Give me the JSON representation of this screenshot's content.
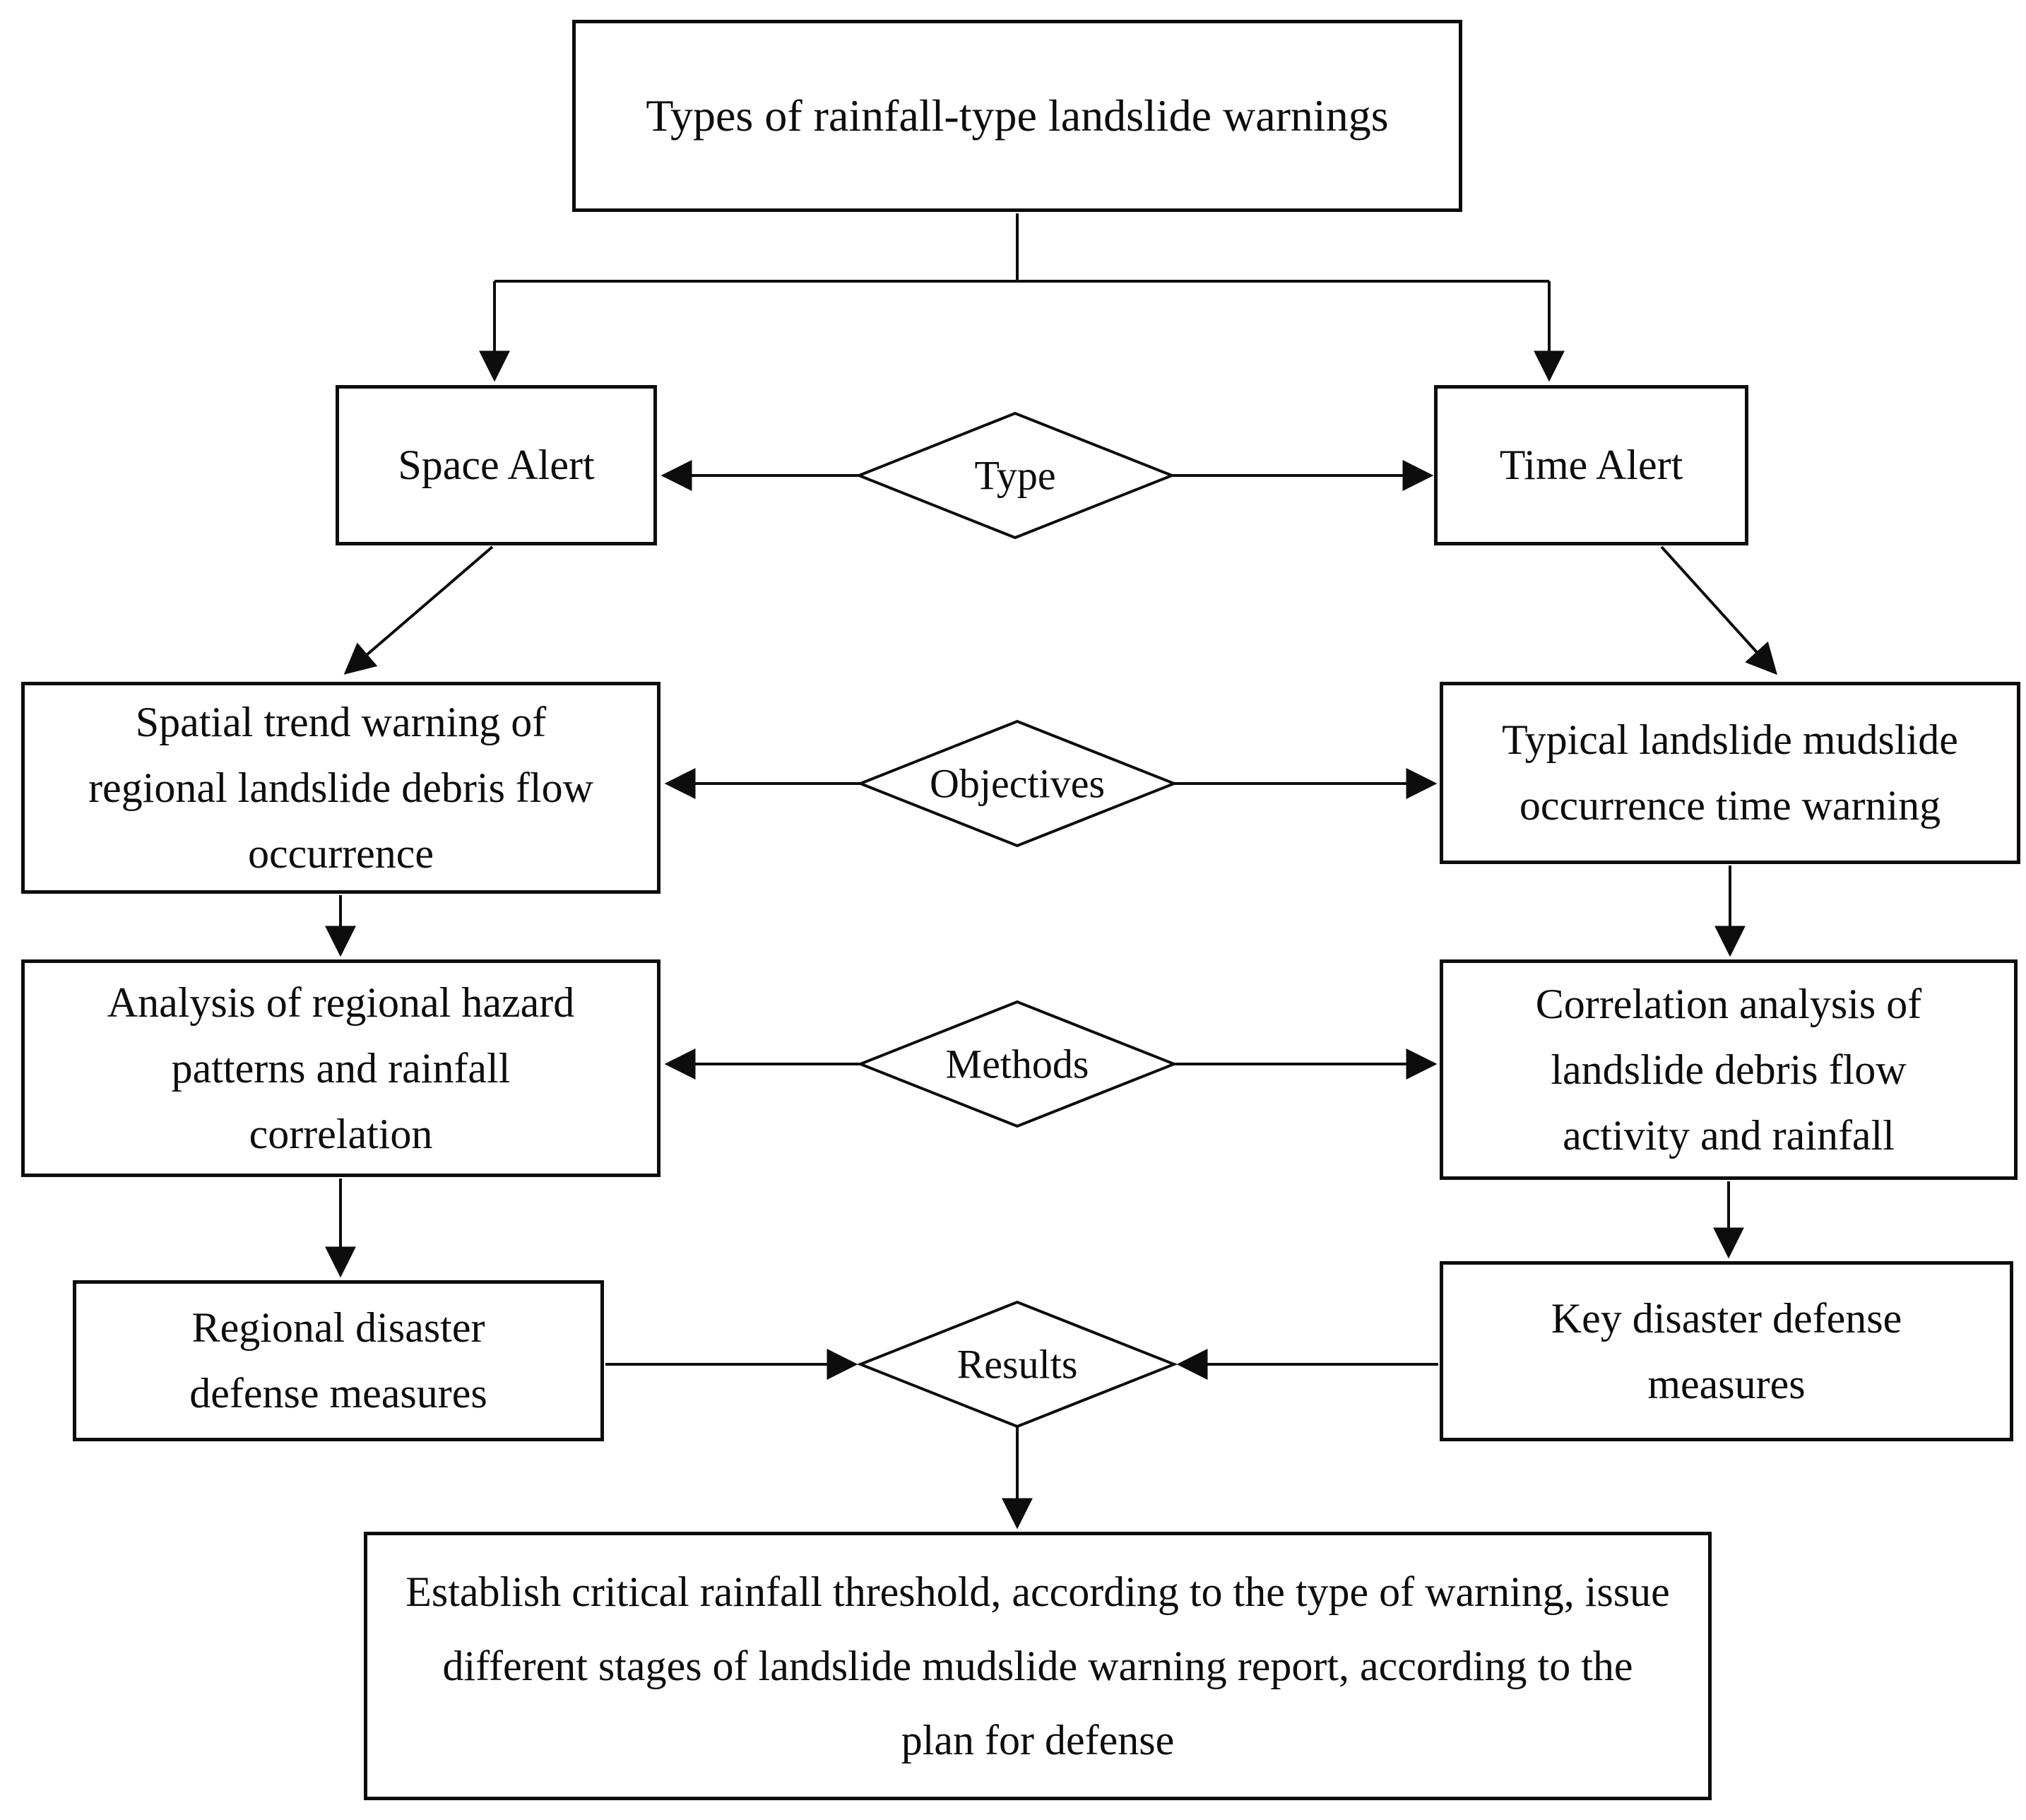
{
  "diagram": {
    "nodes": {
      "title": "Types of rainfall-type landslide warnings",
      "space_alert": "Space Alert",
      "time_alert": "Time Alert",
      "spatial_trend": "Spatial trend warning of regional landslide debris flow occurrence",
      "typical_warning": "Typical landslide mudslide occurrence time warning",
      "analysis_regional": "Analysis of regional hazard patterns and rainfall correlation",
      "correlation_analysis": "Correlation analysis of landslide debris flow activity and rainfall",
      "regional_measures": "Regional disaster defense measures",
      "key_measures": "Key disaster defense measures",
      "establish_threshold": "Establish critical rainfall threshold, according to the type of warning, issue different stages of landslide mudslide warning report, according to the plan for defense"
    },
    "decision_labels": {
      "type": "Type",
      "objectives": "Objectives",
      "methods": "Methods",
      "results": "Results"
    },
    "edges": [
      {
        "from": "title",
        "to": "space_alert"
      },
      {
        "from": "title",
        "to": "time_alert"
      },
      {
        "from": "type",
        "to": "space_alert"
      },
      {
        "from": "type",
        "to": "time_alert"
      },
      {
        "from": "space_alert",
        "to": "spatial_trend"
      },
      {
        "from": "time_alert",
        "to": "typical_warning"
      },
      {
        "from": "objectives",
        "to": "spatial_trend"
      },
      {
        "from": "objectives",
        "to": "typical_warning"
      },
      {
        "from": "spatial_trend",
        "to": "analysis_regional"
      },
      {
        "from": "typical_warning",
        "to": "correlation_analysis"
      },
      {
        "from": "methods",
        "to": "analysis_regional"
      },
      {
        "from": "methods",
        "to": "correlation_analysis"
      },
      {
        "from": "analysis_regional",
        "to": "regional_measures"
      },
      {
        "from": "correlation_analysis",
        "to": "key_measures"
      },
      {
        "from": "regional_measures",
        "to": "results"
      },
      {
        "from": "key_measures",
        "to": "results"
      },
      {
        "from": "results",
        "to": "establish_threshold"
      }
    ],
    "colors": {
      "ink": "#0d0d0d",
      "background": "#ffffff"
    }
  }
}
